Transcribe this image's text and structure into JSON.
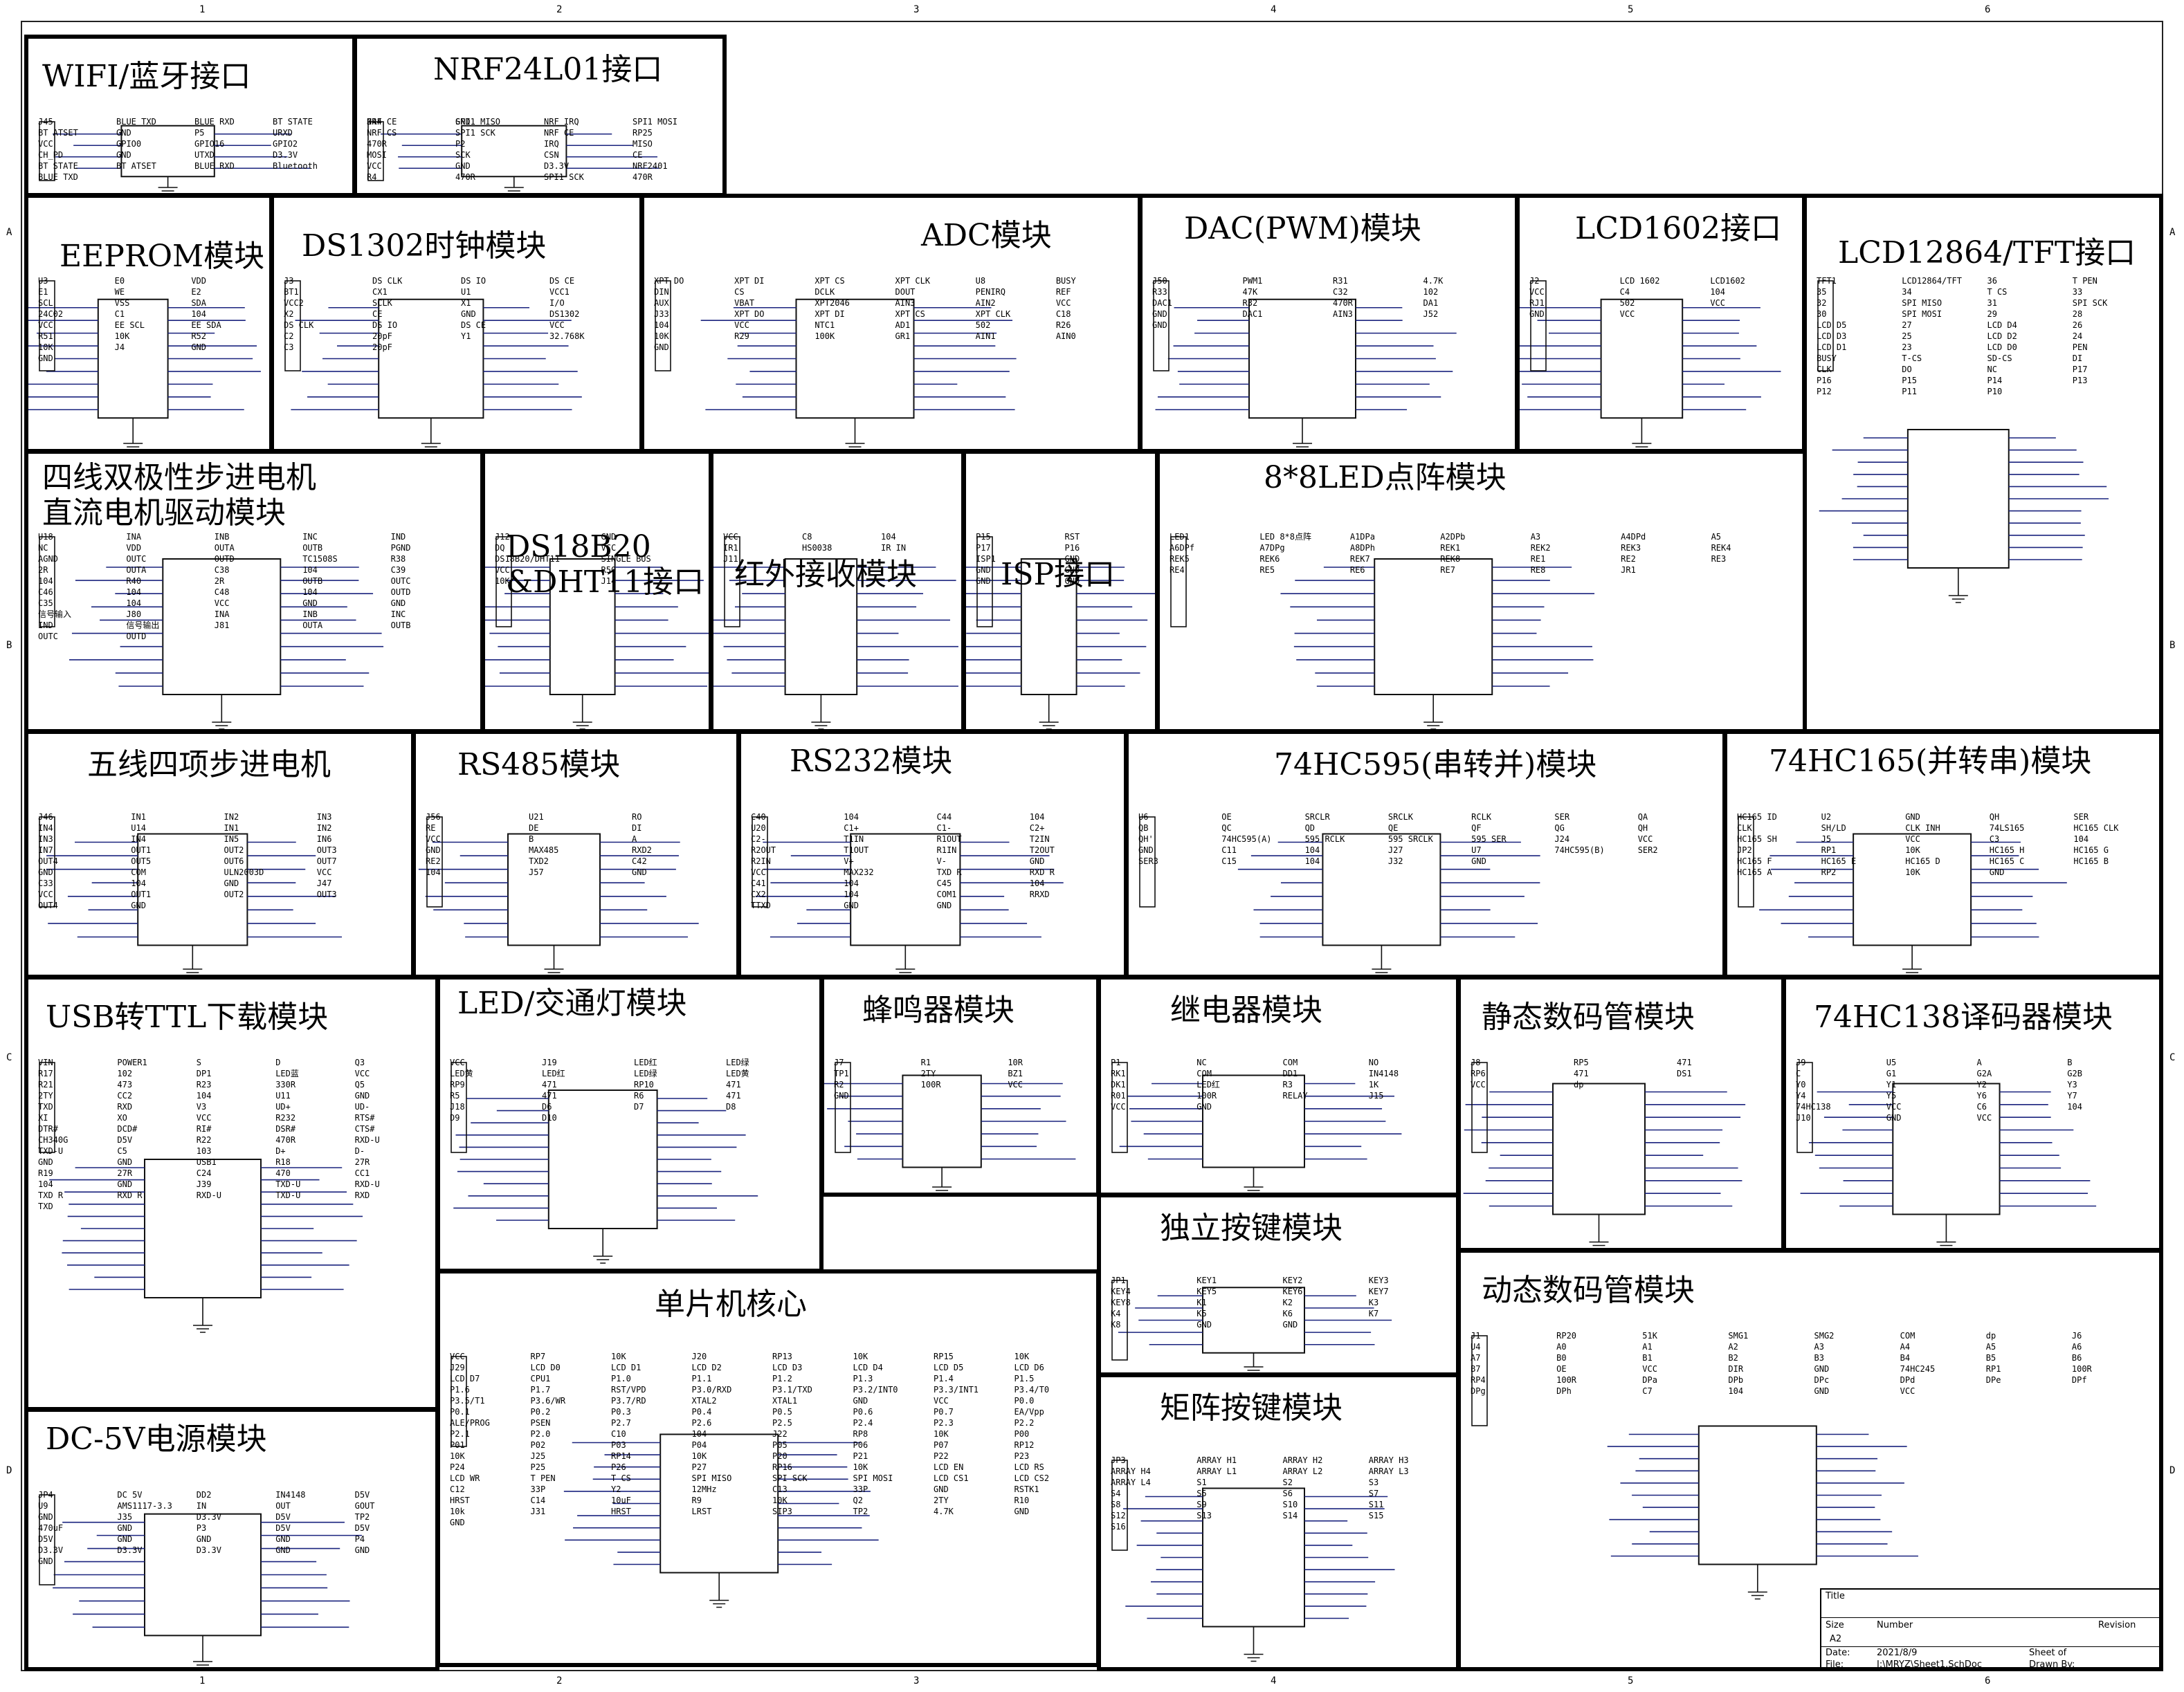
{
  "ruler": {
    "columns": [
      "1",
      "2",
      "3",
      "4",
      "5",
      "6"
    ],
    "rows": [
      "A",
      "B",
      "C",
      "D"
    ]
  },
  "panels": {
    "wifi": {
      "title": "WIFI/蓝牙接口"
    },
    "nrf": {
      "title": "NRF24L01接口"
    },
    "eeprom": {
      "title": "EEPROM模块"
    },
    "ds1302": {
      "title": "DS1302时钟模块"
    },
    "adc": {
      "title": "ADC模块"
    },
    "dac": {
      "title": "DAC(PWM)模块"
    },
    "lcd1602": {
      "title": "LCD1602接口"
    },
    "lcd12864": {
      "title": "LCD12864/TFT接口"
    },
    "stepper4": {
      "title": "四线双极性步进电机\n直流电机驱动模块"
    },
    "ds18b20": {
      "title": "DS18B20\n&DHT11接口"
    },
    "ir": {
      "title": "红外接收模块"
    },
    "isp": {
      "title": "ISP接口"
    },
    "ledmatrix": {
      "title": "8*8LED点阵模块"
    },
    "stepper5": {
      "title": "五线四项步进电机"
    },
    "rs485": {
      "title": "RS485模块"
    },
    "rs232": {
      "title": "RS232模块"
    },
    "hc595": {
      "title": "74HC595(串转并)模块"
    },
    "hc165": {
      "title": "74HC165(并转串)模块"
    },
    "usbttl": {
      "title": "USB转TTL下载模块"
    },
    "led": {
      "title": "LED/交通灯模块"
    },
    "buzzer": {
      "title": "蜂鸣器模块"
    },
    "relay": {
      "title": "继电器模块"
    },
    "staticseg": {
      "title": "静态数码管模块"
    },
    "hc138": {
      "title": "74HC138译码器模块"
    },
    "mcu": {
      "title": "单片机核心"
    },
    "keys": {
      "title": "独立按键模块"
    },
    "matrixkeys": {
      "title": "矩阵按键模块"
    },
    "dynseg": {
      "title": "动态数码管模块"
    },
    "power": {
      "title": "DC-5V电源模块"
    }
  },
  "labels": {
    "wifi": [
      "J45",
      "BLUE TXD",
      "BLUE RXD",
      "BT STATE",
      "BT ATSET",
      "GND",
      "P5",
      "URXD",
      "VCC",
      "GPIO0",
      "GPIO16",
      "GPIO2",
      "CH_PD",
      "GND",
      "UTXD",
      "D3.3V",
      "BT STATE",
      "BT ATSET",
      "BLUE RXD",
      "Bluetooth",
      "BLUE TXD"
    ],
    "nrf": [
      "J44",
      "SPI1 MISO",
      "NRF IRQ",
      "SPI1 MOSI",
      "NRF CS",
      "SPI1 SCK",
      "NRF CE",
      "RP25",
      "470R",
      "P2",
      "IRQ",
      "MISO",
      "MOSI",
      "SCK",
      "CSN",
      "CE",
      "VCC",
      "GND",
      "D3.3V",
      "NRF2401",
      "R4",
      "470R",
      "SPI1 SCK",
      "470R",
      "NRF CE",
      "GND"
    ],
    "eeprom": [
      "U3",
      "E0",
      "VDD",
      "E1",
      "WE",
      "E2",
      "SCL",
      "VSS",
      "SDA",
      "24C02",
      "C1",
      "104",
      "VCC",
      "EE SCL",
      "EE SDA",
      "R51",
      "10K",
      "R52",
      "10K",
      "J4",
      "GND",
      "GND"
    ],
    "ds1302": [
      "J3",
      "DS CLK",
      "DS IO",
      "DS CE",
      "BT1",
      "CX1",
      "U1",
      "VCC1",
      "VCC2",
      "SCLK",
      "X1",
      "I/O",
      "X2",
      "CE",
      "GND",
      "DS1302",
      "DS CLK",
      "DS IO",
      "DS CE",
      "VCC",
      "C2",
      "20pF",
      "Y1",
      "32.768K",
      "C3",
      "20pF"
    ],
    "adc": [
      "XPT DO",
      "XPT DI",
      "XPT CS",
      "XPT CLK",
      "U8",
      "BUSY",
      "DIN",
      "CS",
      "DCLK",
      "DOUT",
      "PENIRQ",
      "REF",
      "AUX",
      "VBAT",
      "XPT2046",
      "AIN3",
      "AIN2",
      "VCC",
      "J33",
      "XPT DO",
      "XPT DI",
      "XPT CS",
      "XPT CLK",
      "C18",
      "104",
      "VCC",
      "NTC1",
      "AD1",
      "502",
      "R26",
      "10K",
      "R29",
      "100K",
      "GR1",
      "AIN1",
      "AIN0",
      "GND"
    ],
    "dac": [
      "J50",
      "PWM1",
      "R31",
      "4.7K",
      "R33",
      "47K",
      "C32",
      "102",
      "DAC1",
      "R32",
      "470R",
      "DA1",
      "GND",
      "DAC1",
      "AIN3",
      "J52",
      "GND"
    ],
    "lcd1602": [
      "J2",
      "LCD 1602",
      "LCD1602",
      "VCC",
      "C4",
      "104",
      "RJ1",
      "502",
      "VCC",
      "GND",
      "VCC"
    ],
    "lcd12864": [
      "TFT1",
      "LCD12864/TFT",
      "36",
      "T PEN",
      "35",
      "34",
      "T CS",
      "33",
      "32",
      "SPI MISO",
      "31",
      "SPI SCK",
      "30",
      "SPI MOSI",
      "29",
      "28",
      "LCD D5",
      "27",
      "LCD D4",
      "26",
      "LCD D3",
      "25",
      "LCD D2",
      "24",
      "LCD D1",
      "23",
      "LCD D0",
      "PEN",
      "BUSY",
      "T-CS",
      "SD-CS",
      "DI",
      "CLK",
      "DO",
      "NC",
      "P17",
      "P16",
      "P15",
      "P14",
      "P13",
      "P12",
      "P11",
      "P10"
    ],
    "stepper4": [
      "U18",
      "INA",
      "INB",
      "INC",
      "IND",
      "NC",
      "VDD",
      "OUTA",
      "OUTB",
      "PGND",
      "AGND",
      "OUTC",
      "OUTD",
      "TC1508S",
      "R38",
      "2R",
      "OUTA",
      "C38",
      "104",
      "C39",
      "104",
      "R40",
      "2R",
      "OUTB",
      "OUTC",
      "C46",
      "104",
      "C48",
      "104",
      "OUTD",
      "C35",
      "104",
      "VCC",
      "GND",
      "GND",
      "信号输入",
      "J80",
      "INA",
      "INB",
      "INC",
      "IND",
      "信号输出",
      "J81",
      "OUTA",
      "OUTB",
      "OUTC",
      "OUTD"
    ],
    "ds18b20": [
      "J12",
      "GND",
      "DQ",
      "VCC",
      "DS18B20/DHT11",
      "SINGLE BUS",
      "VCC",
      "R50",
      "10K",
      "J14"
    ],
    "ir": [
      "VCC",
      "C8",
      "104",
      "IR1",
      "HS0038",
      "IR IN",
      "J11"
    ],
    "isp": [
      "P15",
      "RST",
      "P17",
      "P16",
      "ISP1",
      "GND",
      "GND",
      "GND",
      "GND",
      "GND"
    ],
    "ledmatrix": [
      "LED1",
      "LED 8*8点阵",
      "A1DPa",
      "A2DPb",
      "A3",
      "A4DPd",
      "A5",
      "A6DPf",
      "A7DPg",
      "A8DPh",
      "REK1",
      "REK2",
      "REK3",
      "REK4",
      "REK5",
      "REK6",
      "REK7",
      "REK8",
      "RE1",
      "RE2",
      "RE3",
      "RE4",
      "RE5",
      "RE6",
      "RE7",
      "RE8",
      "JR1"
    ],
    "stepper5": [
      "J46",
      "IN1",
      "IN2",
      "IN3",
      "IN4",
      "U14",
      "IN1",
      "IN2",
      "IN3",
      "IN4",
      "IN5",
      "IN6",
      "IN7",
      "OUT1",
      "OUT2",
      "OUT3",
      "OUT4",
      "OUT5",
      "OUT6",
      "OUT7",
      "GND",
      "COM",
      "ULN2003D",
      "VCC",
      "C33",
      "104",
      "GND",
      "J47",
      "VCC",
      "OUT1",
      "OUT2",
      "OUT3",
      "OUT4",
      "GND"
    ],
    "rs485": [
      "J56",
      "U21",
      "RO",
      "RE",
      "DE",
      "DI",
      "VCC",
      "B",
      "A",
      "GND",
      "MAX485",
      "RXD2",
      "RE2",
      "TXD2",
      "C42",
      "104",
      "J57",
      "GND"
    ],
    "rs232": [
      "C40",
      "104",
      "C44",
      "104",
      "U20",
      "C1+",
      "C1-",
      "C2+",
      "C2-",
      "T1IN",
      "R1OUT",
      "T2IN",
      "R2OUT",
      "T1OUT",
      "R1IN",
      "T2OUT",
      "R2IN",
      "V+",
      "V-",
      "GND",
      "VCC",
      "MAX232",
      "TXD R",
      "RXD R",
      "C41",
      "104",
      "C45",
      "104",
      "CX2",
      "104",
      "COM1",
      "RRXD",
      "TTXD",
      "GND",
      "GND"
    ],
    "hc595": [
      "U6",
      "OE",
      "SRCLR",
      "SRCLK",
      "RCLK",
      "SER",
      "QA",
      "QB",
      "QC",
      "QD",
      "QE",
      "QF",
      "QG",
      "QH",
      "QH'",
      "74HC595(A)",
      "595 RCLK",
      "595 SRCLK",
      "595 SER",
      "J24",
      "VCC",
      "GND",
      "C11",
      "104",
      "J27",
      "U7",
      "74HC595(B)",
      "SER2",
      "SER3",
      "C15",
      "104",
      "J32",
      "GND"
    ],
    "hc165": [
      "HC165 ID",
      "U2",
      "GND",
      "QH",
      "SER",
      "CLK",
      "SH/LD",
      "CLK INH",
      "74LS165",
      "HC165 CLK",
      "HC165 SH",
      "J5",
      "VCC",
      "C3",
      "104",
      "JP2",
      "RP1",
      "10K",
      "HC165 H",
      "HC165 G",
      "HC165 F",
      "HC165 E",
      "HC165 D",
      "HC165 C",
      "HC165 B",
      "HC165 A",
      "RP2",
      "10K",
      "GND"
    ],
    "usbttl": [
      "VIN",
      "POWER1",
      "S",
      "D",
      "Q3",
      "R17",
      "102",
      "DP1",
      "LED蓝",
      "VCC",
      "R21",
      "473",
      "R23",
      "330R",
      "Q5",
      "2TY",
      "CC2",
      "104",
      "U11",
      "GND",
      "TXD",
      "RXD",
      "V3",
      "UD+",
      "UD-",
      "XI",
      "XO",
      "VCC",
      "R232",
      "RTS#",
      "DTR#",
      "DCD#",
      "RI#",
      "DSR#",
      "CTS#",
      "CH340G",
      "D5V",
      "R22",
      "470R",
      "RXD-U",
      "TXD-U",
      "C5",
      "103",
      "D+",
      "D-",
      "GND",
      "GND"
    ],
    "usbconn": [
      "USB1",
      "R18",
      "27R",
      "R19",
      "27R",
      "C24",
      "470",
      "CC1",
      "104",
      "GND",
      "J39",
      "TXD-U",
      "RXD-U",
      "TXD R",
      "RXD R",
      "RXD-U",
      "TXD-U",
      "RXD",
      "TXD"
    ],
    "led": [
      "VCC",
      "J19",
      "LED红",
      "LED绿",
      "LED黄",
      "LED红",
      "LED绿",
      "LED黄",
      "RP9",
      "471",
      "RP10",
      "471",
      "R5",
      "471",
      "R6",
      "471",
      "J18",
      "D6",
      "D7",
      "D8",
      "D9",
      "D10"
    ],
    "buzzer": [
      "J7",
      "R1",
      "10R",
      "TP1",
      "2TY",
      "BZ1",
      "R2",
      "100R",
      "VCC",
      "GND"
    ],
    "relay": [
      "P1",
      "NC",
      "COM",
      "NO",
      "RK1",
      "COM",
      "DD1",
      "IN4148",
      "DK1",
      "LED红",
      "R3",
      "1K",
      "R01",
      "100R",
      "RELAY",
      "J15",
      "VCC",
      "GND"
    ],
    "staticseg": [
      "J8",
      "RP5",
      "471",
      "RP6",
      "471",
      "DS1",
      "VCC",
      "dp"
    ],
    "hc138": [
      "J9",
      "U5",
      "A",
      "B",
      "C",
      "G1",
      "G2A",
      "G2B",
      "Y0",
      "Y1",
      "Y2",
      "Y3",
      "Y4",
      "Y5",
      "Y6",
      "Y7",
      "74HC138",
      "VCC",
      "C6",
      "104",
      "J10",
      "GND",
      "VCC"
    ],
    "mcu": [
      "VCC",
      "RP7",
      "10K",
      "J20",
      "RP13",
      "10K",
      "RP15",
      "10K",
      "J29",
      "LCD D0",
      "LCD D1",
      "LCD D2",
      "LCD D3",
      "LCD D4",
      "LCD D5",
      "LCD D6",
      "LCD D7",
      "CPU1",
      "P1.0",
      "P1.1",
      "P1.2",
      "P1.3",
      "P1.4",
      "P1.5",
      "P1.6",
      "P1.7",
      "RST/VPD",
      "P3.0/RXD",
      "P3.1/TXD",
      "P3.2/INT0",
      "P3.3/INT1",
      "P3.4/T0",
      "P3.5/T1",
      "P3.6/WR",
      "P3.7/RD",
      "XTAL2",
      "XTAL1",
      "GND",
      "VCC",
      "P0.0",
      "P0.1",
      "P0.2",
      "P0.3",
      "P0.4",
      "P0.5",
      "P0.6",
      "P0.7",
      "EA/Vpp",
      "ALE/PROG",
      "PSEN",
      "P2.7",
      "P2.6",
      "P2.5",
      "P2.4",
      "P2.3",
      "P2.2",
      "P2.1",
      "P2.0",
      "C10",
      "104",
      "J22",
      "RP8",
      "10K",
      "P00",
      "P01",
      "P02",
      "P03",
      "P04",
      "P05",
      "P06",
      "P07",
      "RP12",
      "10K",
      "J25",
      "RP14",
      "10K",
      "P20",
      "P21",
      "P22",
      "P23",
      "P24",
      "P25",
      "P26",
      "P27",
      "RP16",
      "10K",
      "LCD EN",
      "LCD RS",
      "LCD WR",
      "T PEN",
      "T CS",
      "SPI MISO",
      "SPI SCK",
      "SPI MOSI",
      "LCD CS1",
      "LCD CS2",
      "C12",
      "33P",
      "Y2",
      "12MHz",
      "C13",
      "33P",
      "GND",
      "RSTK1",
      "HRST",
      "C14",
      "10uF",
      "R9",
      "10K",
      "Q2",
      "2TY",
      "R10",
      "10k",
      "J31",
      "HRST",
      "LRST",
      "SIP3",
      "TP2",
      "4.7K",
      "GND",
      "GND"
    ],
    "keys": [
      "JP1",
      "KEY1",
      "KEY2",
      "KEY3",
      "KEY4",
      "KEY5",
      "KEY6",
      "KEY7",
      "KEY8",
      "K1",
      "K2",
      "K3",
      "K4",
      "K5",
      "K6",
      "K7",
      "K8",
      "GND",
      "GND"
    ],
    "matrixkeys": [
      "JP3",
      "ARRAY H1",
      "ARRAY H2",
      "ARRAY H3",
      "ARRAY H4",
      "ARRAY L1",
      "ARRAY L2",
      "ARRAY L3",
      "ARRAY L4",
      "S1",
      "S2",
      "S3",
      "S4",
      "S5",
      "S6",
      "S7",
      "S8",
      "S9",
      "S10",
      "S11",
      "S12",
      "S13",
      "S14",
      "S15",
      "S16"
    ],
    "dynseg": [
      "J1",
      "RP20",
      "51K",
      "SMG1",
      "SMG2",
      "COM",
      "dp",
      "J6",
      "U4",
      "A0",
      "A1",
      "A2",
      "A3",
      "A4",
      "A5",
      "A6",
      "A7",
      "B0",
      "B1",
      "B2",
      "B3",
      "B4",
      "B5",
      "B6",
      "B7",
      "OE",
      "VCC",
      "DIR",
      "GND",
      "74HC245",
      "RP1",
      "100R",
      "RP4",
      "100R",
      "DPa",
      "DPb",
      "DPc",
      "DPd",
      "DPe",
      "DPf",
      "DPg",
      "DPh",
      "C7",
      "104",
      "GND",
      "VCC"
    ],
    "power": [
      "JP4",
      "DC 5V",
      "DD2",
      "IN4148",
      "D5V",
      "U9",
      "AMS1117-3.3",
      "IN",
      "OUT",
      "GOUT",
      "GND",
      "J35",
      "D3.3V",
      "D5V",
      "TP2",
      "470uF",
      "GND",
      "P3",
      "D5V",
      "D5V",
      "D5V",
      "GND",
      "GND",
      "GND",
      "P4",
      "D3.3V",
      "D3.3V",
      "D3.3V",
      "GND",
      "GND",
      "GND"
    ]
  },
  "title_block": {
    "title": "Title",
    "size_label": "Size",
    "size": "A2",
    "number_label": "Number",
    "revision_label": "Revision",
    "date_label": "Date:",
    "date": "2021/8/9",
    "sheet_label": "Sheet of",
    "file_label": "File:",
    "file": "J:\\MRYZ\\Sheet1.SchDoc",
    "drawn_label": "Drawn By:"
  }
}
